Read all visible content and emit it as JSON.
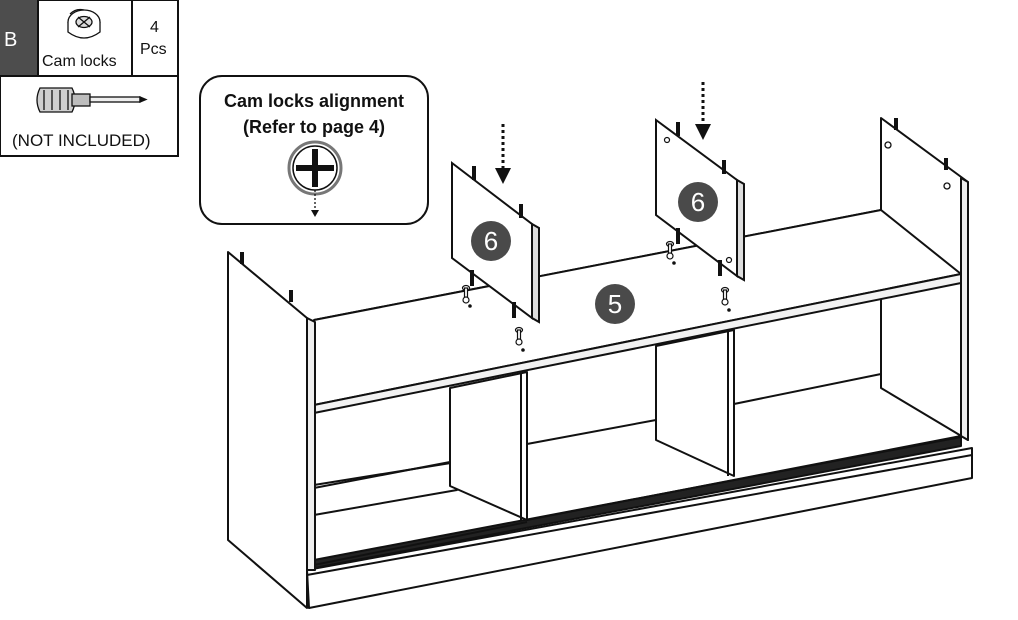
{
  "parts_table": {
    "letter": "B",
    "part_name": "Cam locks",
    "quantity_number": "4",
    "quantity_unit": "Pcs",
    "tool_note": "(NOT INCLUDED)"
  },
  "callout": {
    "line1": "Cam locks alignment",
    "line2": "(Refer to page 4)"
  },
  "badges": {
    "left_divider": "6",
    "right_divider": "6",
    "top_panel": "5"
  },
  "colors": {
    "badge_fill": "#4a4a4a",
    "letter_cell": "#4d4d4d",
    "line": "#111111"
  }
}
